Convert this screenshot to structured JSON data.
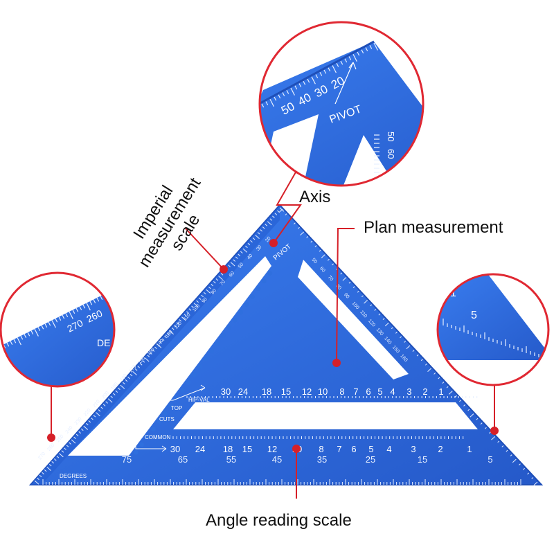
{
  "colors": {
    "square_blue": "#2f6fde",
    "square_edge": "#1f4fb8",
    "marking": "#e8f0ff",
    "callout_red": "#d62028",
    "circle_border": "#e02832",
    "text": "#111111"
  },
  "callouts": {
    "imperial": "Imperial\nmeasurement\nscale",
    "axis": "Axis",
    "plan": "Plan measurement",
    "angle": "Angle reading scale"
  },
  "square": {
    "pivot_label": "PIVOT",
    "hip_val_label": "HIP-VAL",
    "top_label": "TOP",
    "cuts_label": "CUTS",
    "common_label": "COMMON",
    "degrees_label": "DEGREES",
    "top_row_numbers": [
      "30",
      "24",
      "18",
      "15",
      "12",
      "10",
      "8",
      "7",
      "6",
      "5",
      "4",
      "3",
      "2",
      "1"
    ],
    "bottom_row_numbers": [
      "30",
      "24",
      "18",
      "15",
      "12",
      "10",
      "8",
      "7",
      "6",
      "5",
      "4",
      "3",
      "2",
      "1"
    ],
    "degree_numbers": [
      "75",
      "65",
      "55",
      "45",
      "35",
      "25",
      "15",
      "5"
    ],
    "hypotenuse_numbers": [
      "20",
      "30",
      "40",
      "50",
      "60",
      "70",
      "80",
      "90",
      "100",
      "110",
      "120",
      "130",
      "140",
      "150",
      "160",
      "170",
      "180",
      "190",
      "200",
      "210",
      "220",
      "230",
      "240",
      "250",
      "260",
      "270"
    ],
    "right_edge_numbers": [
      "50",
      "60",
      "70",
      "80",
      "90",
      "100",
      "110",
      "120",
      "130",
      "140",
      "150",
      "160"
    ]
  },
  "zoom_top": {
    "numbers": [
      "50",
      "40",
      "30",
      "20"
    ],
    "pivot_label": "PIVOT",
    "side_numbers": [
      "50",
      "60"
    ]
  },
  "zoom_left": {
    "numbers": [
      "270",
      "260"
    ],
    "degrees_label": "DE"
  },
  "zoom_right": {
    "numbers": [
      "1",
      "5"
    ]
  }
}
